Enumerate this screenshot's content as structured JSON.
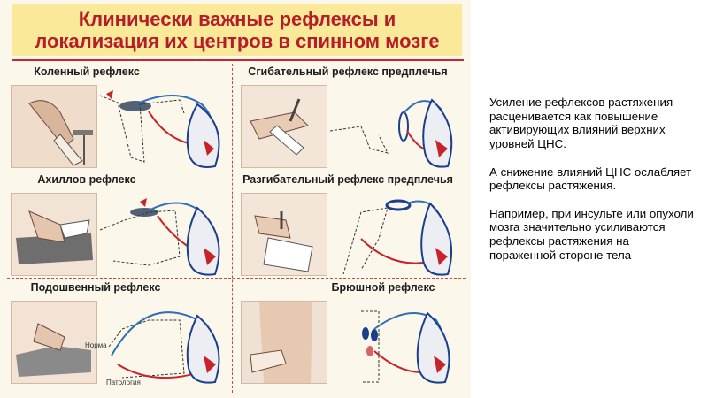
{
  "poster": {
    "title_line1": "Клинически важные рефлексы и",
    "title_line2": "локализация их центров в спинном мозге",
    "reflexes": {
      "knee": "Коленный рефлекс",
      "forearm_flexion": "Сгибательный рефлекс предплечья",
      "achilles": "Ахиллов рефлекс",
      "forearm_extension": "Разгибательный рефлекс предплечья",
      "plantar": "Подошвенный рефлекс",
      "abdominal": "Брюшной рефлекс"
    },
    "plantar_labels": {
      "normal": "Норма",
      "pathology": "Патология"
    },
    "colors": {
      "title": "#b51d29",
      "title_bg": "#fbe99a",
      "afferent": "#2f6fb6",
      "efferent": "#c8232a",
      "separator": "#c44a4a"
    }
  },
  "text": {
    "p1": "Усиление рефлексов растяжения расценивается как повышение активирующих влияний верхних уровней ЦНС.",
    "p2": "А снижение влияний ЦНС ослабляет рефлексы растяжения.",
    "p3": "Например, при инсульте или опухоли мозга значительно усиливаются рефлексы растяжения на пораженной стороне тела"
  }
}
